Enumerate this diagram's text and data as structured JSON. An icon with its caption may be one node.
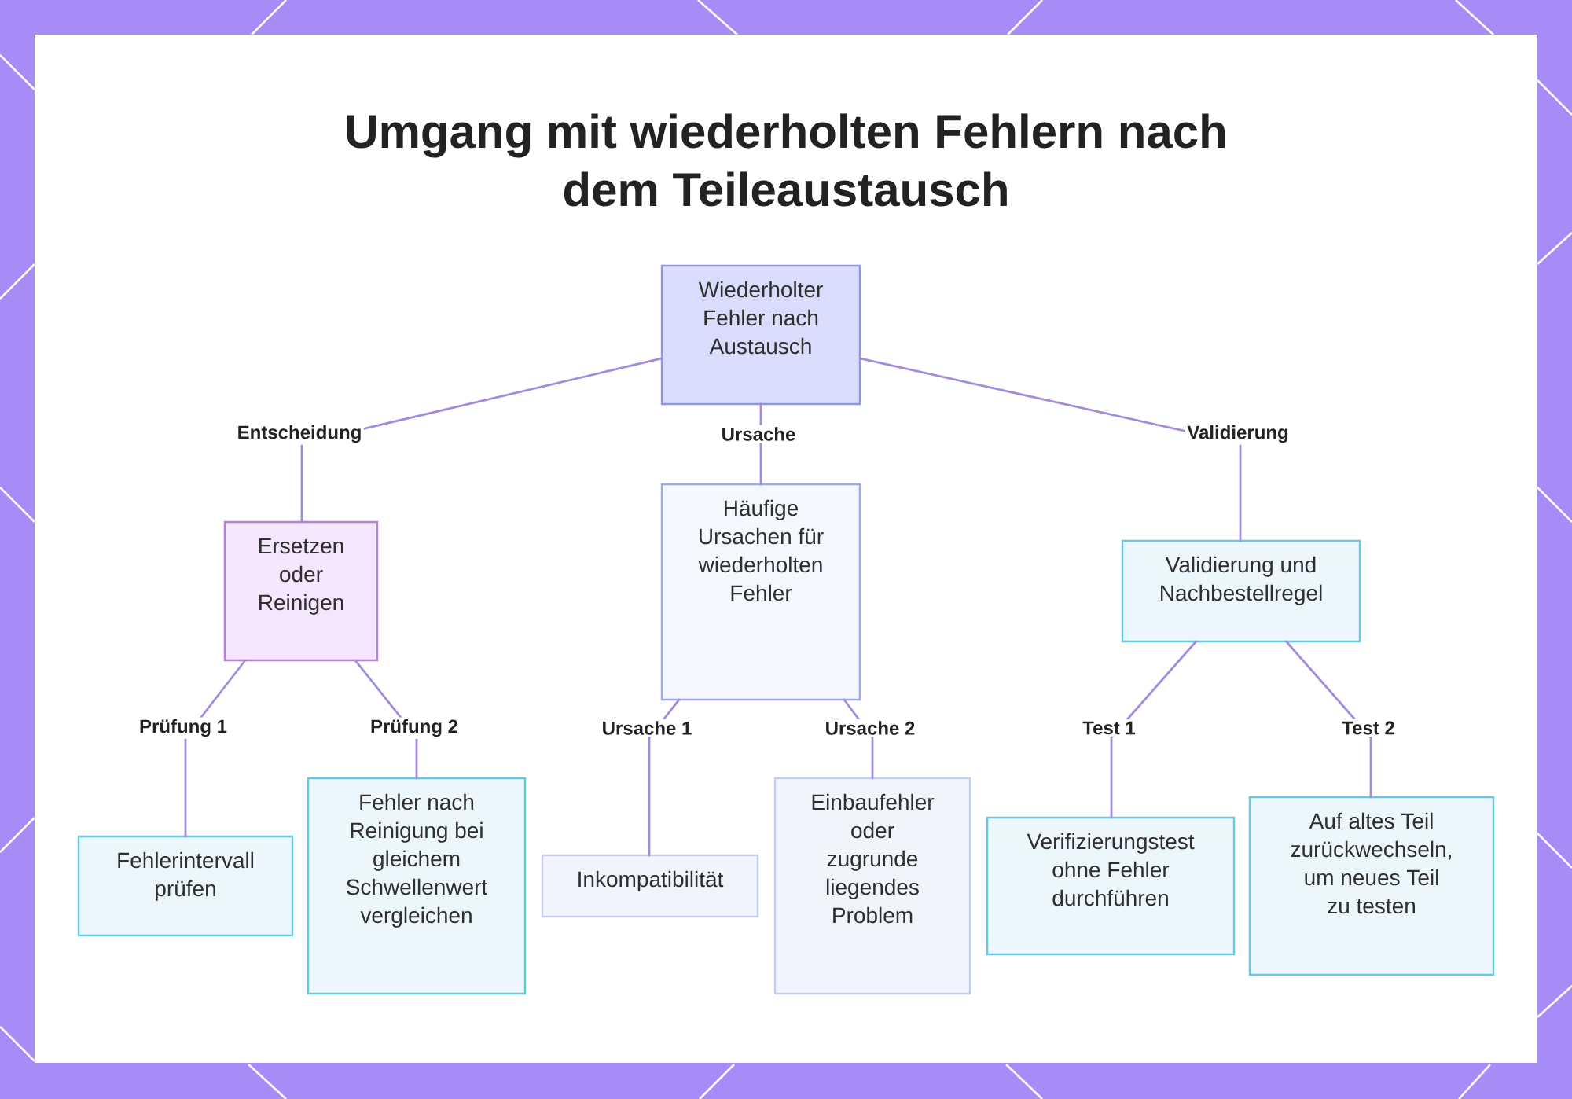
{
  "diagram": {
    "title": "Umgang mit wiederholten Fehlern nach dem Teileaustausch",
    "nodes": [
      {
        "text": [
          "Wiederholter Fehler nach Austausch"
        ]
      },
      {
        "text": [
          "Ersetzen oder Reinigen"
        ]
      },
      {
        "text": [
          "Häufige Ursachen für wiederholten Fehler"
        ]
      },
      {
        "text": [
          "Validierung und Nachbestellregel"
        ]
      },
      {
        "text": [
          "Fehlerintervall prüfen"
        ]
      },
      {
        "text": [
          "Fehler nach Reinigung bei gleichem Schwellenwert vergleichen"
        ]
      },
      {
        "text": [
          "Inkompatibilität"
        ]
      },
      {
        "text": [
          "Einbaufehler oder zugrunde liegendes Problem"
        ]
      },
      {
        "text": [
          "Verifizierungstest ohne Fehler durchführen"
        ]
      },
      {
        "text": [
          "Auf altes Teil zurückwechseln, um neues Teil zu testen"
        ]
      }
    ],
    "edges": [
      {
        "from": 0,
        "to": 1,
        "arrow": "none",
        "label": "Entscheidung"
      },
      {
        "from": 0,
        "to": 2,
        "arrow": "none",
        "label": "Ursache"
      },
      {
        "from": 0,
        "to": 3,
        "arrow": "none",
        "label": "Validierung"
      },
      {
        "from": 1,
        "to": 4,
        "arrow": "none",
        "label": "Prüfung 1"
      },
      {
        "from": 1,
        "to": 5,
        "arrow": "none",
        "label": "Prüfung 2"
      },
      {
        "from": 2,
        "to": 6,
        "arrow": "none",
        "label": "Ursache 1"
      },
      {
        "from": 2,
        "to": 7,
        "arrow": "none",
        "label": "Ursache 2"
      },
      {
        "from": 3,
        "to": 8,
        "arrow": "none",
        "label": "Test 1"
      },
      {
        "from": 3,
        "to": 9,
        "arrow": "none",
        "label": "Test 2"
      }
    ]
  }
}
